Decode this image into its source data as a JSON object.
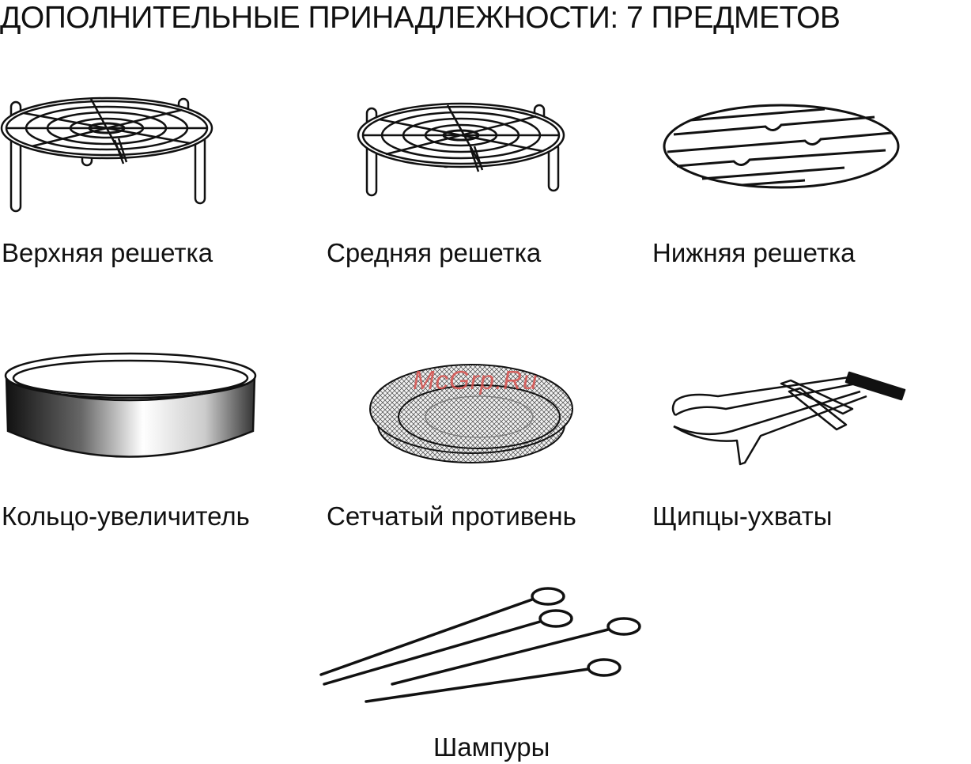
{
  "heading": "ДОПОЛНИТЕЛЬНЫЕ  ПРИНАДЛЕЖНОСТИ: 7 ПРЕДМЕТОВ",
  "watermark": "McGrp.Ru",
  "items": [
    {
      "label": "Верхняя решетка",
      "icon": "high-rack-icon"
    },
    {
      "label": "Средняя решетка",
      "icon": "middle-rack-icon"
    },
    {
      "label": "Нижняя решетка",
      "icon": "low-rack-icon"
    },
    {
      "label": "Кольцо-увеличитель",
      "icon": "extender-ring-icon"
    },
    {
      "label": "Сетчатый противень",
      "icon": "mesh-tray-icon"
    },
    {
      "label": "Щипцы-ухваты",
      "icon": "tongs-icon"
    },
    {
      "label": "Шампуры",
      "icon": "skewers-icon"
    }
  ]
}
